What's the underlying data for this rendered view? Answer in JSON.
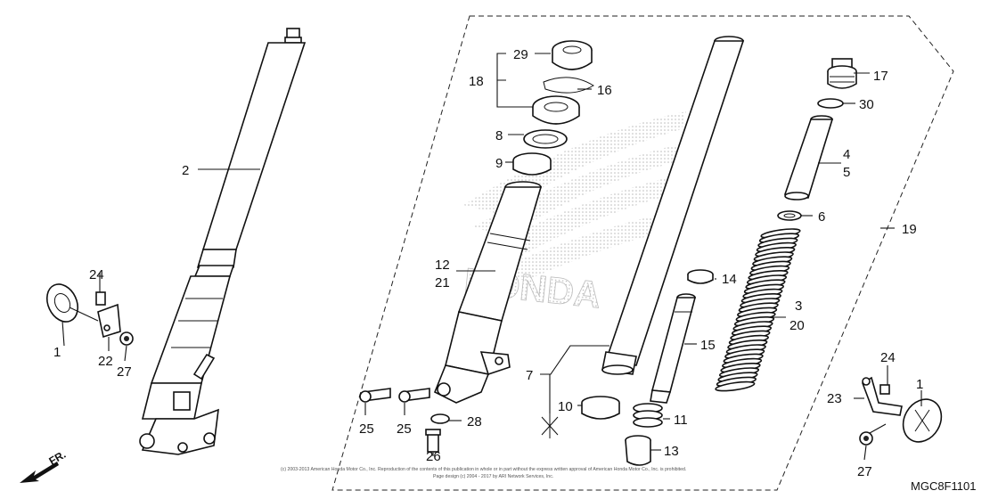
{
  "diagram_code": "MGC8F1101",
  "front_marker": "FR.",
  "copyright_line1": "(c) 2003-2013 American Honda Motor Co., Inc. Reproduction of the contents of this publication in whole or in part without the express written approval of American Honda Motor Co., Inc. is prohibited.",
  "copyright_line2": "Page design (c) 2004 - 2017 by ARI Network Services, Inc.",
  "watermark": "HONDA",
  "callouts": [
    "1",
    "1",
    "2",
    "3",
    "4",
    "5",
    "6",
    "7",
    "8",
    "9",
    "10",
    "11",
    "12",
    "13",
    "14",
    "15",
    "16",
    "17",
    "18",
    "19",
    "20",
    "21",
    "22",
    "23",
    "24",
    "24",
    "25",
    "25",
    "26",
    "27",
    "27",
    "28",
    "29",
    "30"
  ]
}
